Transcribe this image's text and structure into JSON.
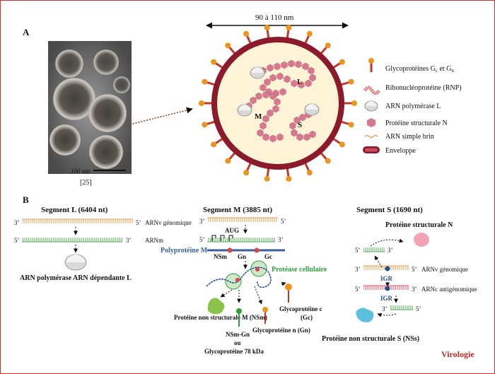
{
  "panel_a": {
    "label": "A",
    "size_label": "90 à 110 nm",
    "scale_label": "100 nm",
    "reference": "[25]",
    "particle": {
      "letters": [
        "L",
        "M",
        "S"
      ]
    },
    "legend": [
      {
        "icon": "glycoprotein-icon",
        "text": "Glycoprotéines G",
        "sub1": "c",
        "mid": " et G",
        "sub2": "n"
      },
      {
        "icon": "rnp-icon",
        "text": "Ribonucléoprotéine (RNP)"
      },
      {
        "icon": "polymerase-icon",
        "text": "ARN polymérase L"
      },
      {
        "icon": "n-protein-icon",
        "text": "Protéine structurale N"
      },
      {
        "icon": "ssrna-icon",
        "text": "ARN simple brin"
      },
      {
        "icon": "envelope-icon",
        "text": "Enveloppe"
      }
    ]
  },
  "panel_b": {
    "label": "B",
    "segment_l": {
      "title": "Segment L (6404 nt)",
      "five_prime": "5’",
      "three_prime": "3’",
      "arnv": "ARNv génomique",
      "arnm": "ARNm",
      "product": "ARN polymérase ARN dépendante L"
    },
    "segment_m": {
      "title": "Segment M (3885 nt)",
      "aug": "AUG",
      "polyprotein": "Polyprotéine M",
      "nsm": "NSm",
      "gn": "Gn",
      "gc": "Gc",
      "protease": "Protéase cellulaire",
      "nsm_protein": "Protéine non structurale M (NSm)",
      "nsm_gn_lines": [
        "NSm-Gn",
        "ou",
        "Glycoprotéine 78 kDa"
      ],
      "gn_protein": "Glycoprotéine n (Gn)",
      "gc_protein_lines": [
        "Glycoprotéine c",
        "(Gc)"
      ]
    },
    "segment_s": {
      "title": "Segment S (1690 nt)",
      "n_protein": "Protéine structurale N",
      "arnv": "ARNv génomique",
      "arnc": "ARNc antigénomique",
      "igr": "IGR",
      "nss_protein": "Protéine non structurale S (NSs)"
    }
  },
  "logo": {
    "text": "Virologie"
  },
  "colors": {
    "border": "#d32f2f",
    "envelope": "#8b1a2b",
    "interior": "#fdf4d8",
    "rnp": "#d6798d",
    "glyco_stalk": "#c0392b",
    "glyco_head": "#e8961e",
    "vrna": "#e8a055",
    "mrna": "#4caf50",
    "crna": "#e8505b",
    "polyprotein": "#3a5fa0",
    "protease": "#2e9e3e",
    "igr": "#1f4f8a"
  }
}
